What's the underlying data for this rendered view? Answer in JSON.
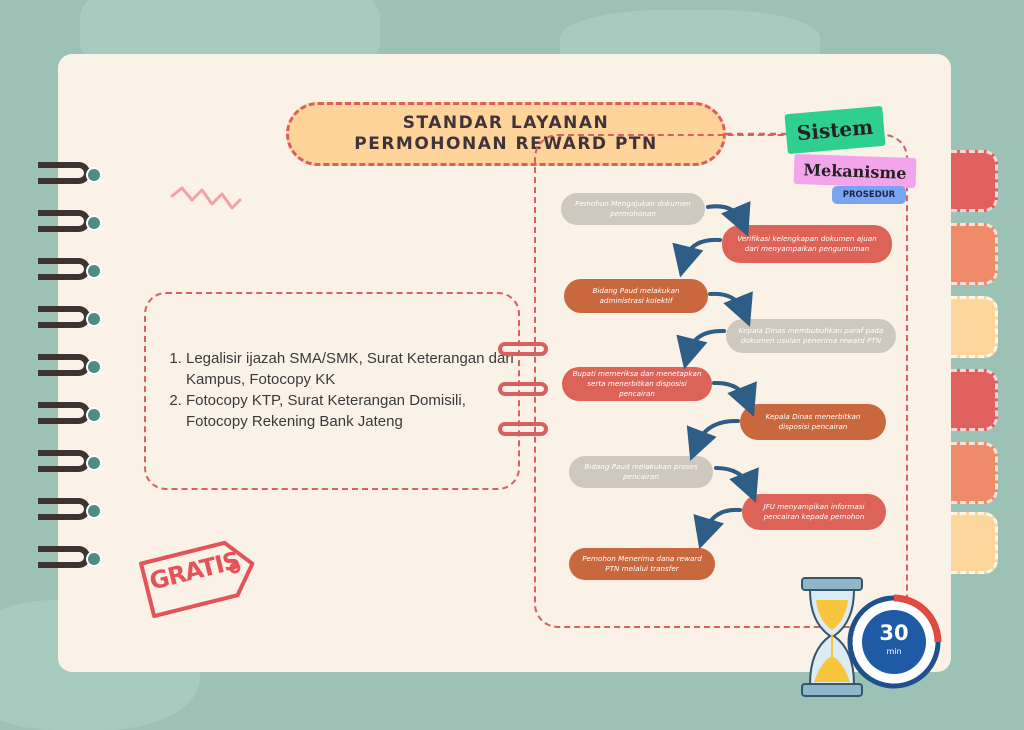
{
  "title": {
    "line1": "STANDAR LAYANAN",
    "line2": "PERMOHONAN REWARD PTN"
  },
  "labels": {
    "sistem": "Sistem",
    "mekanisme": "Mekanisme",
    "prosedur": "PROSEDUR"
  },
  "requirements": [
    "Legalisir ijazah SMA/SMK, Surat Keterangan dari Kampus, Fotocopy KK",
    "Fotocopy KTP, Surat Keterangan Domisili, Fotocopy Rekening Bank Jateng"
  ],
  "steps": [
    "Pemohon Mengajukan dokumen permohonan",
    "Verifikasi kelengkapan dokumen ajuan dari menyampaikan pengumuman",
    "Bidang Paud melakukan administrasi kolektif",
    "Kepala Dinas membubuhkan paraf pada dokumen usulan penerima reward PTN",
    "Bupati memeriksa dan menetapkan serta menerbitkan disposisi pencairan",
    "Kepala Dinas menerbitkan disposisi pencairan",
    "Bidang Paud melakukan proses pencairan",
    "JFU menyampikan informasi pencairan kepada pemohon",
    "Pemohon Menerima dana reward PTN melalui transfer"
  ],
  "cost": "GRATIS",
  "timer": {
    "value": "30",
    "unit": "min"
  },
  "colors": {
    "background": "#9cc2b6",
    "paper": "#fbf2e7",
    "accent_red": "#d96061",
    "title_fill": "#fed49a",
    "arrow_blue": "#2e5d86"
  }
}
